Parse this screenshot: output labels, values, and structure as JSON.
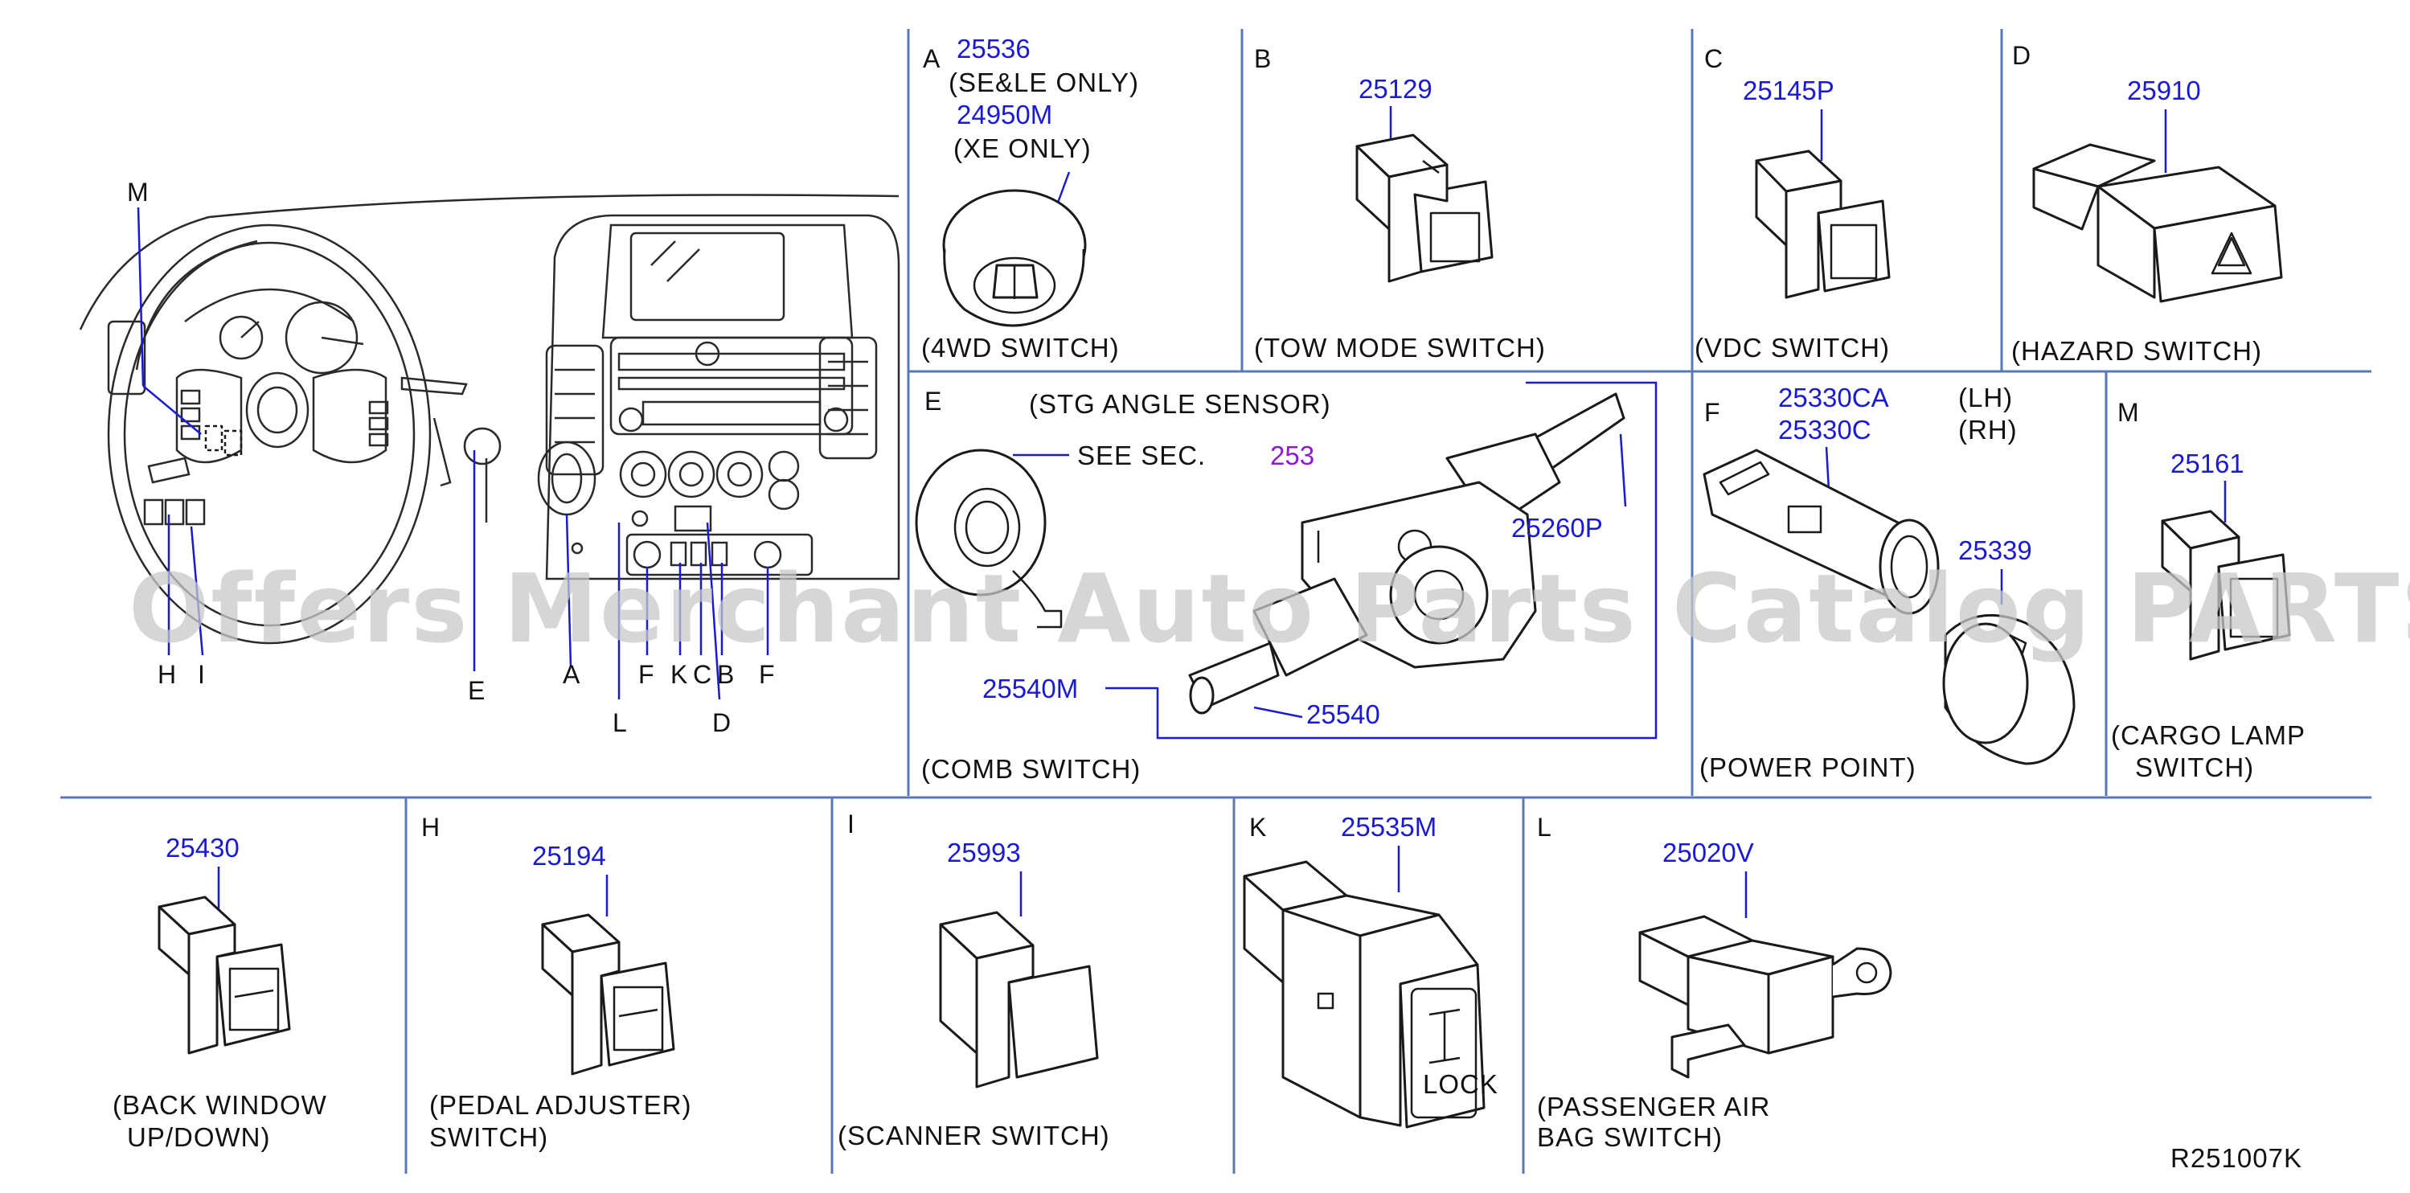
{
  "watermark": "Offers Merchant Auto Parts Catalog PARTSTORE.SA",
  "footer_code": "R251007K",
  "overview": {
    "callouts": {
      "M": "M",
      "H": "H",
      "I": "I",
      "E": "E",
      "A": "A",
      "L": "L",
      "F1": "F",
      "K": "K",
      "C": "C",
      "B": "B",
      "F2": "F",
      "D": "D"
    }
  },
  "panels": {
    "A": {
      "letter": "A",
      "part1": "25536",
      "note1": "(SE&LE  ONLY)",
      "part2": "24950M",
      "note2": "(XE  ONLY)",
      "caption": "(4WD  SWITCH)"
    },
    "B": {
      "letter": "B",
      "part": "25129",
      "caption": "(TOW  MODE  SWITCH)"
    },
    "C": {
      "letter": "C",
      "part": "25145P",
      "caption": "(VDC  SWITCH)"
    },
    "D": {
      "letter": "D",
      "part": "25910",
      "caption": "(HAZARD  SWITCH)"
    },
    "E": {
      "letter": "E",
      "sensor_label": "(STG  ANGLE  SENSOR)",
      "see_sec": "SEE  SEC.",
      "sec_no": "253",
      "part_main": "25260P",
      "part_assy": "25540M",
      "part_sub": "25540",
      "caption": "(COMB  SWITCH)"
    },
    "F": {
      "letter": "F",
      "part_lh": "25330CA",
      "part_rh": "25330C",
      "side_lh": "(LH)",
      "side_rh": "(RH)",
      "part_cap": "25339",
      "caption": "(POWER  POINT)"
    },
    "M": {
      "letter": "M",
      "part": "25161",
      "caption1": "(CARGO  LAMP",
      "caption2": "SWITCH)"
    },
    "G": {
      "part": "25430",
      "caption1": "(BACK  WINDOW",
      "caption2": "UP/DOWN)"
    },
    "H": {
      "letter": "H",
      "part": "25194",
      "caption1": "(PEDAL  ADJUSTER)",
      "caption2": "SWITCH)"
    },
    "I": {
      "letter": "I",
      "part": "25993",
      "caption": "(SCANNER  SWITCH)"
    },
    "K": {
      "letter": "K",
      "part": "25535M",
      "caption": "",
      "lock_text": "LOCK"
    },
    "L": {
      "letter": "L",
      "part": "25020V",
      "caption1": "(PASSENGER  AIR",
      "caption2": "BAG  SWITCH)"
    }
  }
}
